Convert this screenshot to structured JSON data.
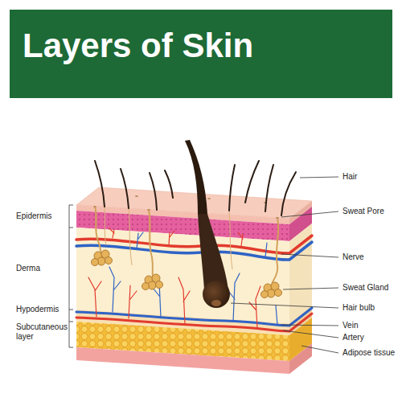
{
  "diagram": {
    "title": "Layers of Skin",
    "labels": [
      "Hair",
      "Epidermis",
      "Sweat Pore",
      "Nerve",
      "Derma",
      "Sweat Gland",
      "Hypodermis",
      "Hair bulb",
      "Vein",
      "Subcutaneous layer",
      "Artery",
      "Adipose tissue"
    ]
  }
}
